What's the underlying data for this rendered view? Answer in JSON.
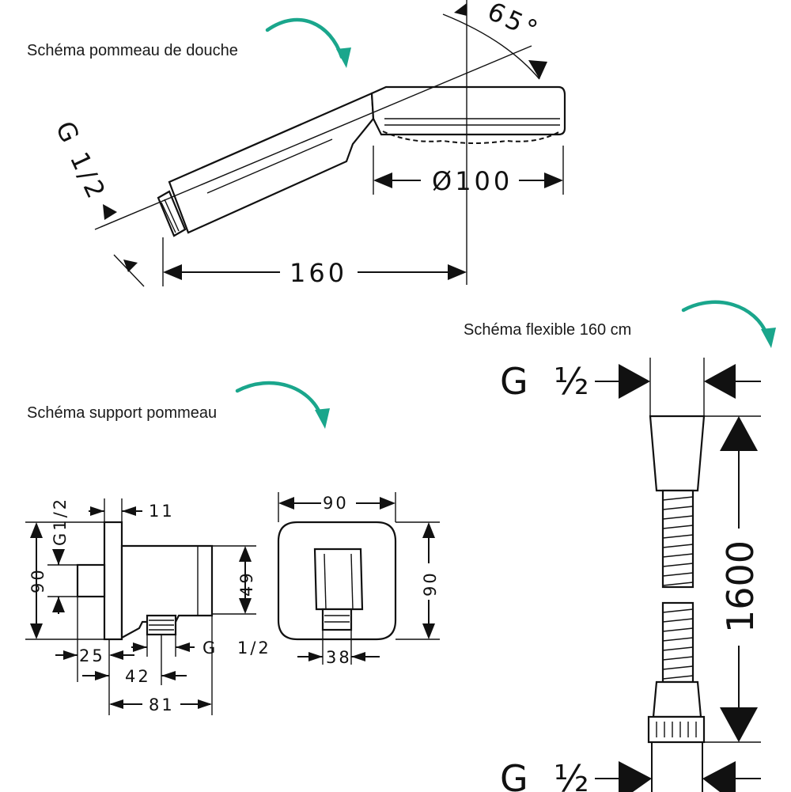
{
  "captions": {
    "shower_head": "Schéma pommeau de douche",
    "hose": "Schéma flexible 160 cm",
    "holder": "Schéma support pommeau"
  },
  "shower_head": {
    "angle": "65°",
    "thread": "G 1/2",
    "diameter": "Ø100",
    "length": "160"
  },
  "holder_side": {
    "thread_top": "G1/2",
    "dim_11": "11",
    "dim_90": "90",
    "dim_49": "49",
    "dim_25": "25",
    "dim_42": "42",
    "dim_81": "81",
    "thread_bottom_g": "G",
    "thread_bottom_frac": "1/2"
  },
  "holder_front": {
    "dim_90_width": "90",
    "dim_90_height": "90",
    "dim_38": "38"
  },
  "hose": {
    "thread_top_g": "G",
    "thread_top_frac": "½",
    "length": "1600",
    "thread_bottom_g": "G",
    "thread_bottom_frac": "½"
  },
  "colors": {
    "accent_arrow": "#1aa68c",
    "line": "#111111"
  }
}
